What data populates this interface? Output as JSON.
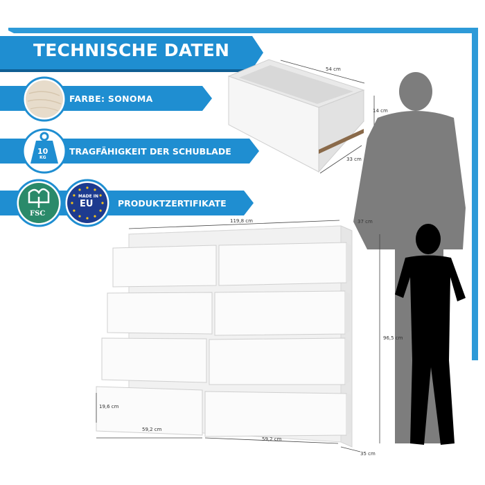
{
  "title": "TECHNISCHE DATEN",
  "features": [
    {
      "label": "FARBE: SONOMA",
      "icon": "wood-swatch-icon"
    },
    {
      "label": "TRAGFÄHIGKEIT DER SCHUBLADE",
      "icon": "weight-icon",
      "icon_text": "10",
      "icon_subtext": "KG"
    },
    {
      "label": "PRODUKTZERTIFIKATE",
      "icons": [
        "fsc-logo",
        "made-in-eu-badge"
      ]
    }
  ],
  "badges": {
    "fsc": "FSC",
    "eu_top": "MADE IN",
    "eu_main": "EU"
  },
  "drawer_dimensions": {
    "width": "54 cm",
    "height": "14 cm",
    "depth": "33 cm"
  },
  "dresser_dimensions": {
    "width": "119,8 cm",
    "depth": "37 cm",
    "height": "96,5 cm",
    "drawer_height": "19,6 cm",
    "drawer_width_left": "59,2 cm",
    "drawer_width_right": "59,2 cm",
    "base_depth": "35 cm"
  },
  "colors": {
    "accent_blue": "#1f8ed1",
    "frame_blue": "#2d9ad8",
    "wood": "#e7dccb",
    "silhouette": "#7d7d7d",
    "dresser": "#f3f3f3"
  }
}
